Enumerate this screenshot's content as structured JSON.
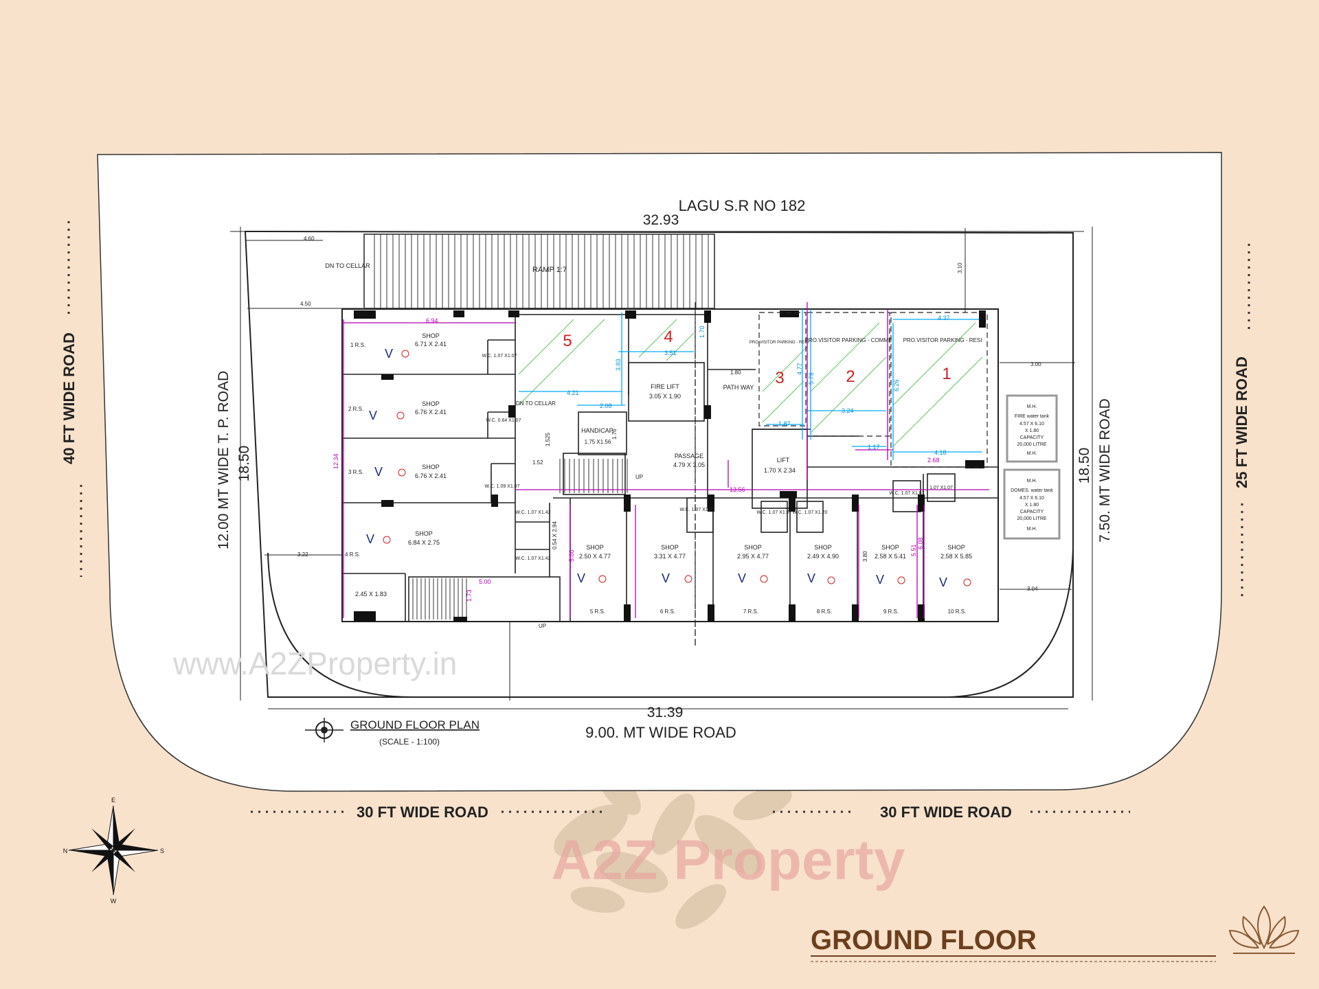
{
  "plan": {
    "top_survey_label": "LAGU S.R NO 182",
    "top_dim": "32.93",
    "bottom_dim": "31.39",
    "left_dim": "18.50",
    "right_dim": "18.50",
    "left_road": "12.00 MT WIDE  T. P. ROAD",
    "right_road": "7.50. MT WIDE   ROAD",
    "bottom_road": "9.00. MT WIDE   ROAD",
    "title": "GROUND FLOOR PLAN",
    "scale": "(SCALE - 1:100)",
    "watermark_url": "www.A2ZProperty.in",
    "ramp_label": "RAMP 1:7",
    "dn_cellar_label": "DN TO CELLAR",
    "dn_cellar_label_2": "DN TO CELLAR",
    "fire_lift": "FIRE LIFT",
    "fire_lift_size": "3.05 X 1.90",
    "pathway": "PATH WAY",
    "passage": "PASSAGE",
    "passage_size": "4.79 X 3.05",
    "lift": "LIFT",
    "lift_size": "1.70 X 2.34",
    "handicap": "HANDICAP.",
    "handicap_size": "1.75 X1.56",
    "up1": "UP",
    "up2": "UP",
    "room_245": "2.45 X 1.83",
    "parking_labels": [
      "PRO.VISITOR PARKING - RESI",
      "PRO.VISITOR PARKING - COMME",
      "PRO.VISITOR PARKING - RESI"
    ],
    "parking_numbers": [
      "1",
      "2",
      "3",
      "4",
      "5"
    ],
    "dims": {
      "d694": "6.94",
      "d460": "4.60",
      "d450": "4.50",
      "d310": "3.10",
      "d437": "4.37",
      "d300": "3.00",
      "d351": "3.51",
      "d170": "1.70",
      "d180": "1.80",
      "d383": "3.83",
      "d421": "4.21",
      "d208": "2.08",
      "d176": "1.76",
      "d152": "1.52",
      "d1525": "1.525",
      "d187": "1.87",
      "d324": "3.24",
      "d477": "4.77",
      "d579": "5.79",
      "d626": "6.26",
      "d117": "1.17",
      "d418": "4.18",
      "d268": "2.68",
      "d1356": "13.56",
      "d1234": "12.34",
      "d322": "3.22",
      "d500": "5.00",
      "d173": "1.73",
      "d054": "0.54 X 2.94",
      "d304": "3.04",
      "d500b": "5.00",
      "d608": "6.08",
      "d551": "5.51",
      "d380": "3.80"
    },
    "shops_left": [
      {
        "rs": "1 R.S.",
        "name": "SHOP",
        "size": "6.71 X 2.41"
      },
      {
        "rs": "2 R.S.",
        "name": "SHOP",
        "size": "6.76 X 2.41"
      },
      {
        "rs": "3 R.S.",
        "name": "SHOP",
        "size": "6.76 X 2.41"
      },
      {
        "rs": "4 R.S.",
        "name": "SHOP",
        "size": "6.84 X 2.75"
      }
    ],
    "shops_bottom": [
      {
        "rs": "5 R.S.",
        "name": "SHOP",
        "size": "2.50 X 4.77"
      },
      {
        "rs": "6 R.S.",
        "name": "SHOP",
        "size": "3.31 X 4.77"
      },
      {
        "rs": "7 R.S.",
        "name": "SHOP",
        "size": "2.95 X 4.77"
      },
      {
        "rs": "8 R.S.",
        "name": "SHOP",
        "size": "2.49 X 4.90"
      },
      {
        "rs": "9 R.S.",
        "name": "SHOP",
        "size": "2.58 X 5.41"
      },
      {
        "rs": "10 R.S.",
        "name": "SHOP",
        "size": "2.58 X 5.85"
      }
    ],
    "wc_labels": [
      "W.C. 1.07 X1.07",
      "W.C. 0.64 X1.07",
      "W.C. 1.09 X1.07",
      "W.C. 1.07 X1.42",
      "W.C. 1.07 X1.42",
      "W.C. 1.07 X1.07",
      "W.C. 1.07 X1.07",
      "W.C. 1.07 X1.20",
      "W.C. 1.07 X1.07",
      "1.07 X1.07"
    ],
    "tank_fire": {
      "mh_top": "M.H.",
      "line1": "FIRE water tank",
      "line2": "4.57 X 6.10",
      "line3": "X 1.80",
      "line4": "CAPACITY",
      "line5": "20,000 LITRE",
      "mh_bottom": "M.H."
    },
    "tank_domes": {
      "mh_top": "M.H.",
      "line1": "DOMES. water tank",
      "line2": "4.57 X 6.10",
      "line3": "X 1.80",
      "line4": "CAPACITY",
      "line5": "20,000 LITRE",
      "mh_bottom": "M.H."
    }
  },
  "roads": {
    "left": "40 FT WIDE ROAD",
    "right": "25 FT WIDE ROAD",
    "bottom_left": "30 FT WIDE ROAD",
    "bottom_right": "30 FT WIDE ROAD"
  },
  "compass": {
    "n": "N",
    "e": "E",
    "s": "S",
    "w": "W"
  },
  "brand": {
    "watermark": "A2Z Property"
  },
  "footer": {
    "title": "GROUND FLOOR"
  },
  "colors": {
    "background": "#f8e2cc",
    "magenta": "#b400b4",
    "cyan": "#00aaff",
    "green": "#3cb43c",
    "parking_red": "#d02020",
    "heading_brown": "#6b3f1d"
  }
}
